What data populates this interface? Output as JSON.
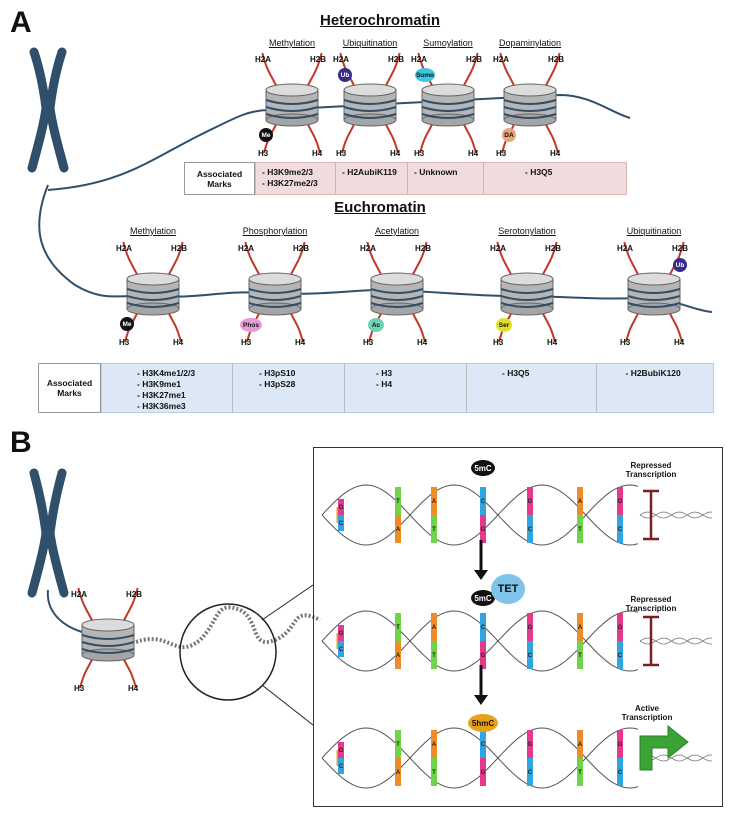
{
  "panels": {
    "a": "A",
    "b": "B"
  },
  "heterochromatin": {
    "title": "Heterochromatin",
    "modifications": [
      "Methylation",
      "Ubiquitination",
      "Sumoylation",
      "Dopaminylation"
    ],
    "tags": [
      "Me",
      "Ub",
      "Sumo",
      "DA"
    ],
    "table_header": "Associated Marks",
    "marks": [
      [
        "- H3K9me2/3",
        "- H3K27me2/3"
      ],
      [
        "- H2AubiK119"
      ],
      [
        "- Unknown"
      ],
      [
        "- H3Q5"
      ]
    ]
  },
  "euchromatin": {
    "title": "Euchromatin",
    "modifications": [
      "Methylation",
      "Phosphorylation",
      "Acetylation",
      "Serotonylation",
      "Ubiquitination"
    ],
    "tags": [
      "Me",
      "Phos",
      "Ac",
      "Ser",
      "Ub"
    ],
    "table_header": "Associated Marks",
    "marks": [
      [
        "- H3K4me1/2/3",
        "- H3K9me1",
        "- H3K27me1",
        "- H3K36me3"
      ],
      [
        "- H3pS10",
        "- H3pS28"
      ],
      [
        "- H3",
        "- H4"
      ],
      [
        "- H3Q5"
      ],
      [
        "- H2BubiK120"
      ]
    ]
  },
  "histones": {
    "h2a": "H2A",
    "h2b": "H2B",
    "h3": "H3",
    "h4": "H4"
  },
  "panel_b": {
    "row1": {
      "label": "5mC",
      "transcription": "Repressed Transcription"
    },
    "row2": {
      "label": "5mC",
      "enzyme": "TET",
      "transcription": "Repressed Transcription"
    },
    "row3": {
      "label": "5hmC",
      "transcription": "Active Transcription"
    },
    "base_pairs": [
      [
        "G",
        "C"
      ],
      [
        "T",
        "A"
      ],
      [
        "A",
        "T"
      ],
      [
        "C",
        "G"
      ],
      [
        "G",
        "C"
      ],
      [
        "A",
        "T"
      ],
      [
        "G",
        "C"
      ]
    ]
  },
  "colors": {
    "chromosome": "#2f4f6a",
    "hetero_table": "#f0dcdc",
    "eu_table": "#dce8f6",
    "tag_me": "#111111",
    "tag_ub": "#3a2b8f",
    "tag_sumo": "#3fc6e0",
    "tag_da": "#e6a57a",
    "tag_phos": "#e89ad8",
    "tag_ac": "#6dd3b0",
    "tag_ser": "#e2df2a",
    "tag_5mc": "#111111",
    "tag_tet": "#7fc4ea",
    "tag_5hmc": "#e8a21a",
    "active_arrow": "#3aa336",
    "repress_bar": "#7a2020"
  }
}
